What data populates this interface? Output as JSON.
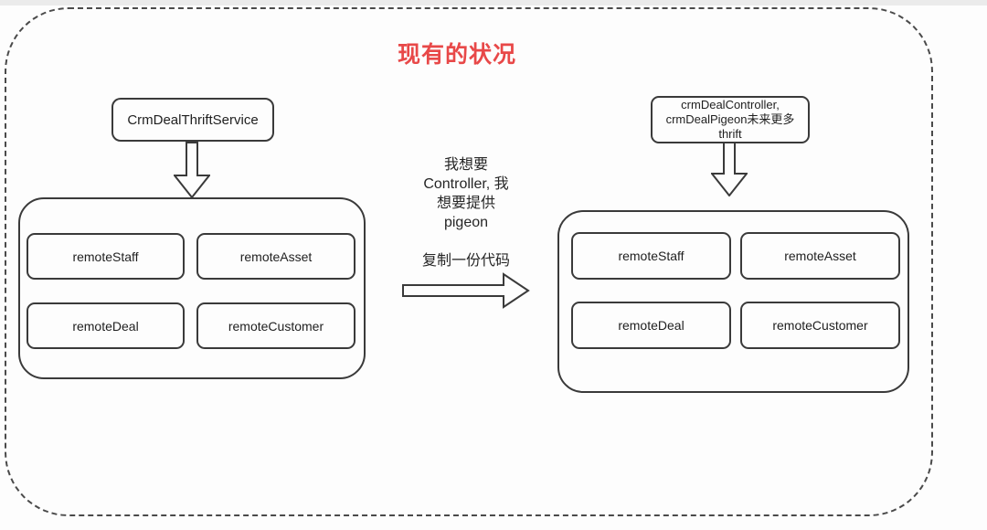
{
  "title": "现有的状况",
  "colors": {
    "title_red": "#e84848",
    "line": "#3a3a3a",
    "background": "#fdfdfd"
  },
  "left_group": {
    "service_label": "CrmDealThriftService",
    "modules": [
      "remoteStaff",
      "remoteAsset",
      "remoteDeal",
      "remoteCustomer"
    ]
  },
  "middle": {
    "note_lines": [
      "我想要",
      "Controller, 我",
      "想要提供",
      "pigeon"
    ],
    "action_label": "复制一份代码"
  },
  "right_group": {
    "service_label_lines": [
      "crmDealController,",
      "crmDealPigeon未来更多",
      "thrift"
    ],
    "modules": [
      "remoteStaff",
      "remoteAsset",
      "remoteDeal",
      "remoteCustomer"
    ]
  }
}
